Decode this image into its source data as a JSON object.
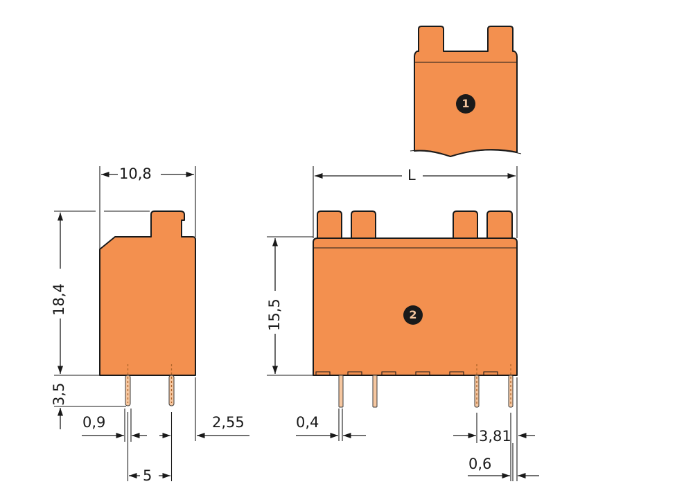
{
  "drawing": {
    "type": "technical-dimension-drawing",
    "colors": {
      "housing": "#f3904f",
      "outline": "#1a1a1a",
      "pin": "#f6c7a0",
      "badge": "#1a1a1a"
    },
    "side_view": {
      "dims": {
        "width": "10,8",
        "height": "18,4",
        "pin_length": "3,5",
        "pin_width": "0,9",
        "pin_offset_right": "2,55",
        "pin_pitch": "5"
      }
    },
    "front_view": {
      "badge": "2",
      "dims": {
        "length": "L",
        "height": "15,5",
        "pin_thickness": "0,4",
        "pin_pitch": "3,81",
        "end_offset": "0,6"
      }
    },
    "top_detail": {
      "badge": "1"
    }
  }
}
